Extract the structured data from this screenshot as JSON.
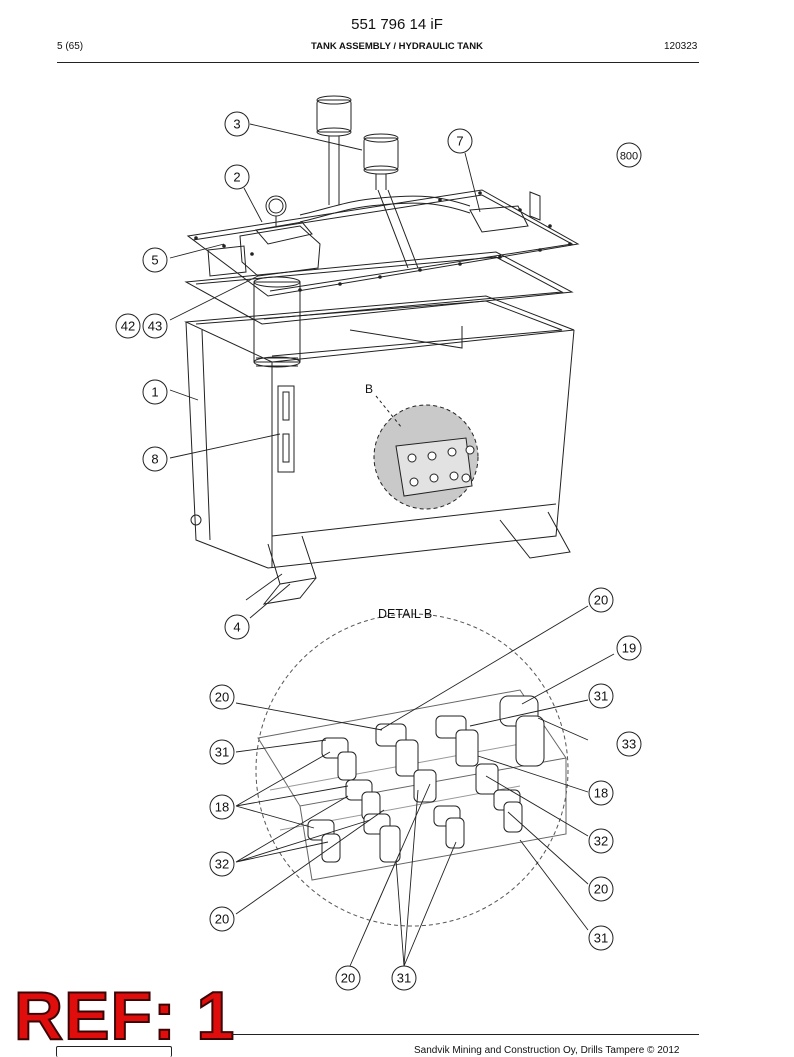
{
  "header": {
    "doc_number": "551 796 14 iF",
    "page": "5 (65)",
    "section": "TANK ASSEMBLY / HYDRAULIC TANK",
    "date_code": "120323"
  },
  "callouts_top": [
    "3",
    "7",
    "800",
    "2",
    "5",
    "42",
    "43",
    "1",
    "8",
    "4"
  ],
  "detail": {
    "label": "B",
    "title": "DETAIL B"
  },
  "callouts_detail": [
    "20",
    "19",
    "31",
    "33",
    "18",
    "32",
    "20",
    "31",
    "20",
    "31",
    "18",
    "32",
    "20",
    "20",
    "31"
  ],
  "stamp": "REF: 1",
  "footer": {
    "copyright": "Sandvik Mining and Construction Oy, Drills Tampere © 2012"
  }
}
